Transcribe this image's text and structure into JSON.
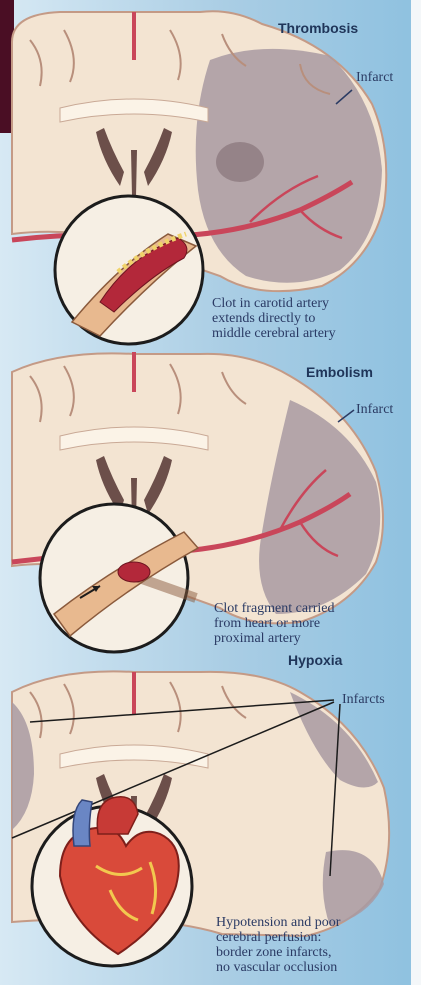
{
  "panels": [
    {
      "title": "Thrombosis",
      "infarct_label": "Infarct",
      "caption": [
        "Clot in carotid artery",
        "extends directly to",
        "middle cerebral artery"
      ]
    },
    {
      "title": "Embolism",
      "infarct_label": "Infarct",
      "caption": [
        "Clot fragment carried",
        "from heart or more",
        "proximal artery"
      ]
    },
    {
      "title": "Hypoxia",
      "infarct_label": "Infarcts",
      "caption": [
        "Hypotension and poor",
        "cerebral perfusion:",
        "border zone infarcts,",
        "no vascular occlusion"
      ]
    }
  ],
  "colors": {
    "background_blue": "#a9cde4",
    "brain_tissue": "#f3e4d2",
    "infarct": "#a89aa2",
    "vessel": "#c9465a",
    "clot": "#b3283a",
    "text": "#2b3b63",
    "dark_block": "#4a0e24"
  }
}
